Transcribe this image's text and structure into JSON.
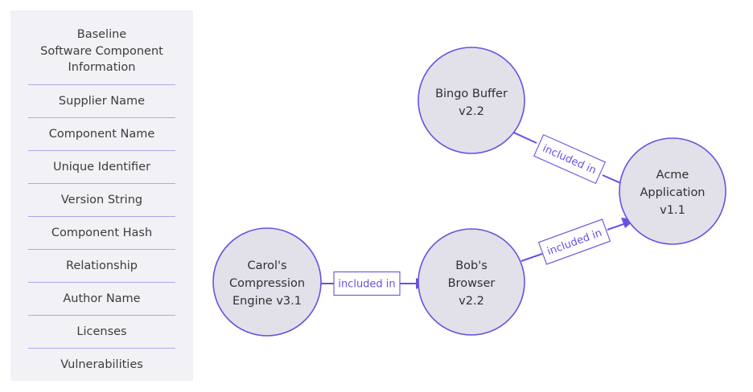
{
  "panel": {
    "header_lines": [
      "Baseline",
      "Software Component",
      "Information"
    ],
    "background_color": "#f2f1f6",
    "divider_color": "#b2a6e8",
    "items": [
      {
        "label": "Supplier Name"
      },
      {
        "label": "Component Name"
      },
      {
        "label": "Unique Identifier"
      },
      {
        "label": "Version String"
      },
      {
        "label": "Component Hash"
      },
      {
        "label": "Relationship"
      },
      {
        "label": "Author Name"
      },
      {
        "label": "Licenses"
      },
      {
        "label": "Vulnerabilities"
      }
    ]
  },
  "diagram": {
    "node_fill_color": "#e2e1ea",
    "node_stroke_color": "#6c4fe0",
    "edge_color": "#6c4fe0",
    "nodes": [
      {
        "id": "bingo",
        "lines": [
          "Bingo Buffer",
          "v2.2"
        ]
      },
      {
        "id": "acme",
        "lines": [
          "Acme",
          "Application",
          "v1.1"
        ]
      },
      {
        "id": "carol",
        "lines": [
          "Carol's",
          "Compression",
          "Engine v3.1"
        ]
      },
      {
        "id": "bob",
        "lines": [
          "Bob's",
          "Browser",
          "v2.2"
        ]
      }
    ],
    "edges": [
      {
        "id": "bingo-acme",
        "from": "bingo",
        "to": "acme",
        "label": "included in"
      },
      {
        "id": "carol-bob",
        "from": "carol",
        "to": "bob",
        "label": "included in"
      },
      {
        "id": "bob-acme",
        "from": "bob",
        "to": "acme",
        "label": "included in"
      }
    ]
  }
}
